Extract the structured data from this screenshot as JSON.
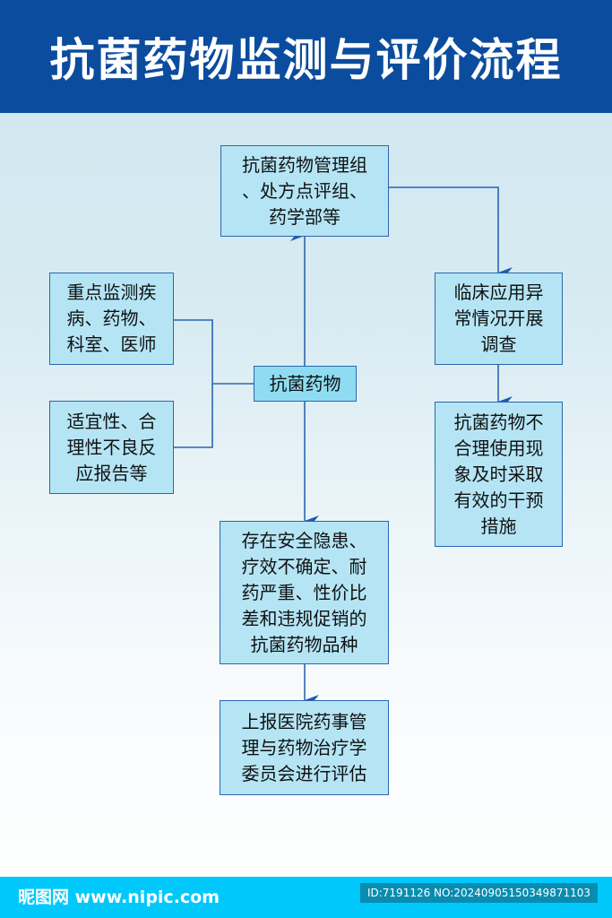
{
  "title": "抗菌药物监测与评价流程",
  "nodes": {
    "mgmt": [
      "抗菌药物管理组",
      "、处方点评组、",
      "药学部等"
    ],
    "focus": [
      "重点监测疾",
      "病、药物、",
      "科室、医师"
    ],
    "suit": [
      "适宜性、合",
      "理性不良反",
      "应报告等"
    ],
    "center": [
      "抗菌药物"
    ],
    "clinical": [
      "临床应用异",
      "常情况开展",
      "调查"
    ],
    "intervene": [
      "抗菌药物不",
      "合理使用现",
      "象及时采取",
      "有效的干预",
      "措施"
    ],
    "risk": [
      "存在安全隐患、",
      "疗效不确定、耐",
      "药严重、性价比",
      "差和违规促销的",
      "抗菌药物品种"
    ],
    "report": [
      "上报医院药事管",
      "理与药物治疗学",
      "委员会进行评估"
    ]
  },
  "footer": {
    "logo": "昵图网 www.nipic.com",
    "id": "ID:7191126 NO:20240905150349871103"
  }
}
